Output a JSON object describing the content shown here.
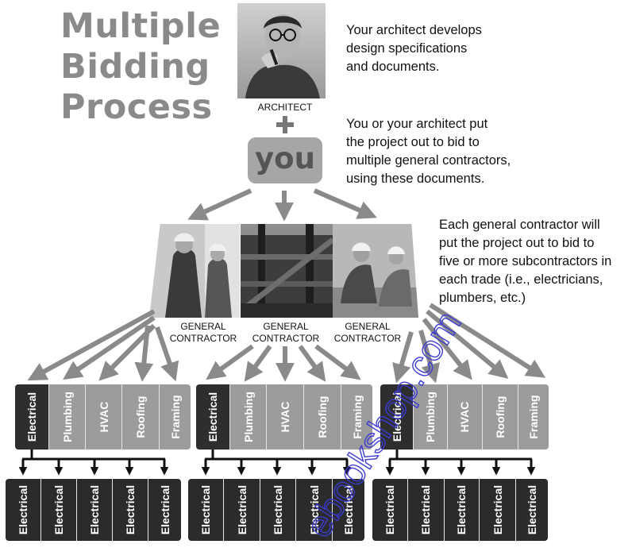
{
  "title": [
    "Multiple",
    "Bidding",
    "Process"
  ],
  "architect": {
    "caption": "ARCHITECT",
    "description": [
      "Your architect develops",
      "design specifications",
      "and documents."
    ]
  },
  "you": {
    "label": "you",
    "description": [
      "You or your architect put",
      "the project out to bid to",
      "multiple general contractors,",
      "using these documents."
    ]
  },
  "contractors": {
    "description": [
      "Each  general contractor will",
      "put the project out to bid to",
      "five or more subcontractors in",
      "each trade (i.e., electricians,",
      "plumbers, etc.)"
    ],
    "items": [
      {
        "caption": [
          "GENERAL",
          "CONTRACTOR"
        ]
      },
      {
        "caption": [
          "GENERAL",
          "CONTRACTOR"
        ]
      },
      {
        "caption": [
          "GENERAL",
          "CONTRACTOR"
        ]
      }
    ]
  },
  "trades": [
    "Electrical",
    "Plumbing",
    "HVAC",
    "Roofing",
    "Framing"
  ],
  "subcontractors": [
    "Electrical",
    "Electrical",
    "Electrical",
    "Electrical",
    "Electrical"
  ],
  "watermark": "ebookshop.com",
  "colors": {
    "title": "#8a8a8a",
    "arrow": "#8a8a8a",
    "you_box": "#a6a6a6",
    "trade_box": "#9c9c9c",
    "electrical_box": "#2e2e2e",
    "watermark": "#3b3bd6"
  }
}
